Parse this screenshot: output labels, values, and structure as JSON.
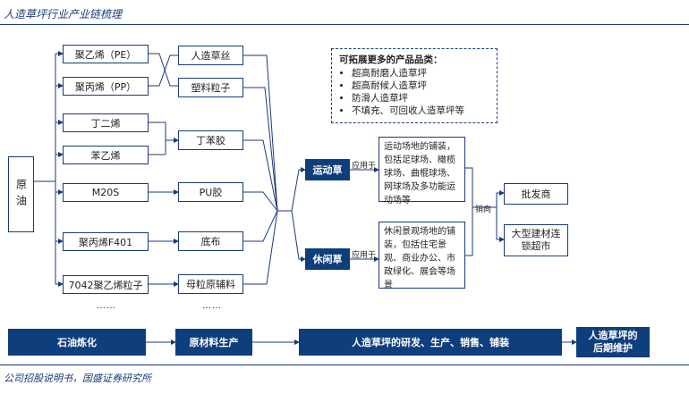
{
  "header": {
    "title": "人造草坪行业产业链梳理"
  },
  "source": "公司招股说明书，国盛证券研究所",
  "root": "原油",
  "col1": [
    "聚乙烯（PE）",
    "聚丙烯（PP）",
    "丁二烯",
    "苯乙烯",
    "M20S",
    "聚丙烯F401",
    "7042聚乙烯粒子"
  ],
  "col1_more": "……",
  "col2": [
    "人造草丝",
    "塑料粒子",
    "丁苯胶",
    "PU胶",
    "底布",
    "母粒原辅料"
  ],
  "col2_more": "……",
  "products": [
    "运动草",
    "休闲草"
  ],
  "apply_label": "应用于",
  "apps": [
    "运动场地的铺装，包括足球场、橄榄球场、曲棍球场、网球场及多功能运动场等",
    "休闲景观场地的铺装，包括住宅景观、商业办公、市政绿化、展会等场景"
  ],
  "sales_label": "销向",
  "channels": [
    "批发商",
    "大型建材连锁超市"
  ],
  "note": {
    "title": "可拓展更多的产品品类：",
    "items": [
      "超高耐磨人造草坪",
      "超高耐候人造草坪",
      "防滑人造草坪",
      "不填充、可回收人造草坪等"
    ]
  },
  "flow": [
    "石油炼化",
    "原材料生产",
    "人造草坪的研发、生产、销售、铺装",
    "人造草坪的后期维护"
  ]
}
